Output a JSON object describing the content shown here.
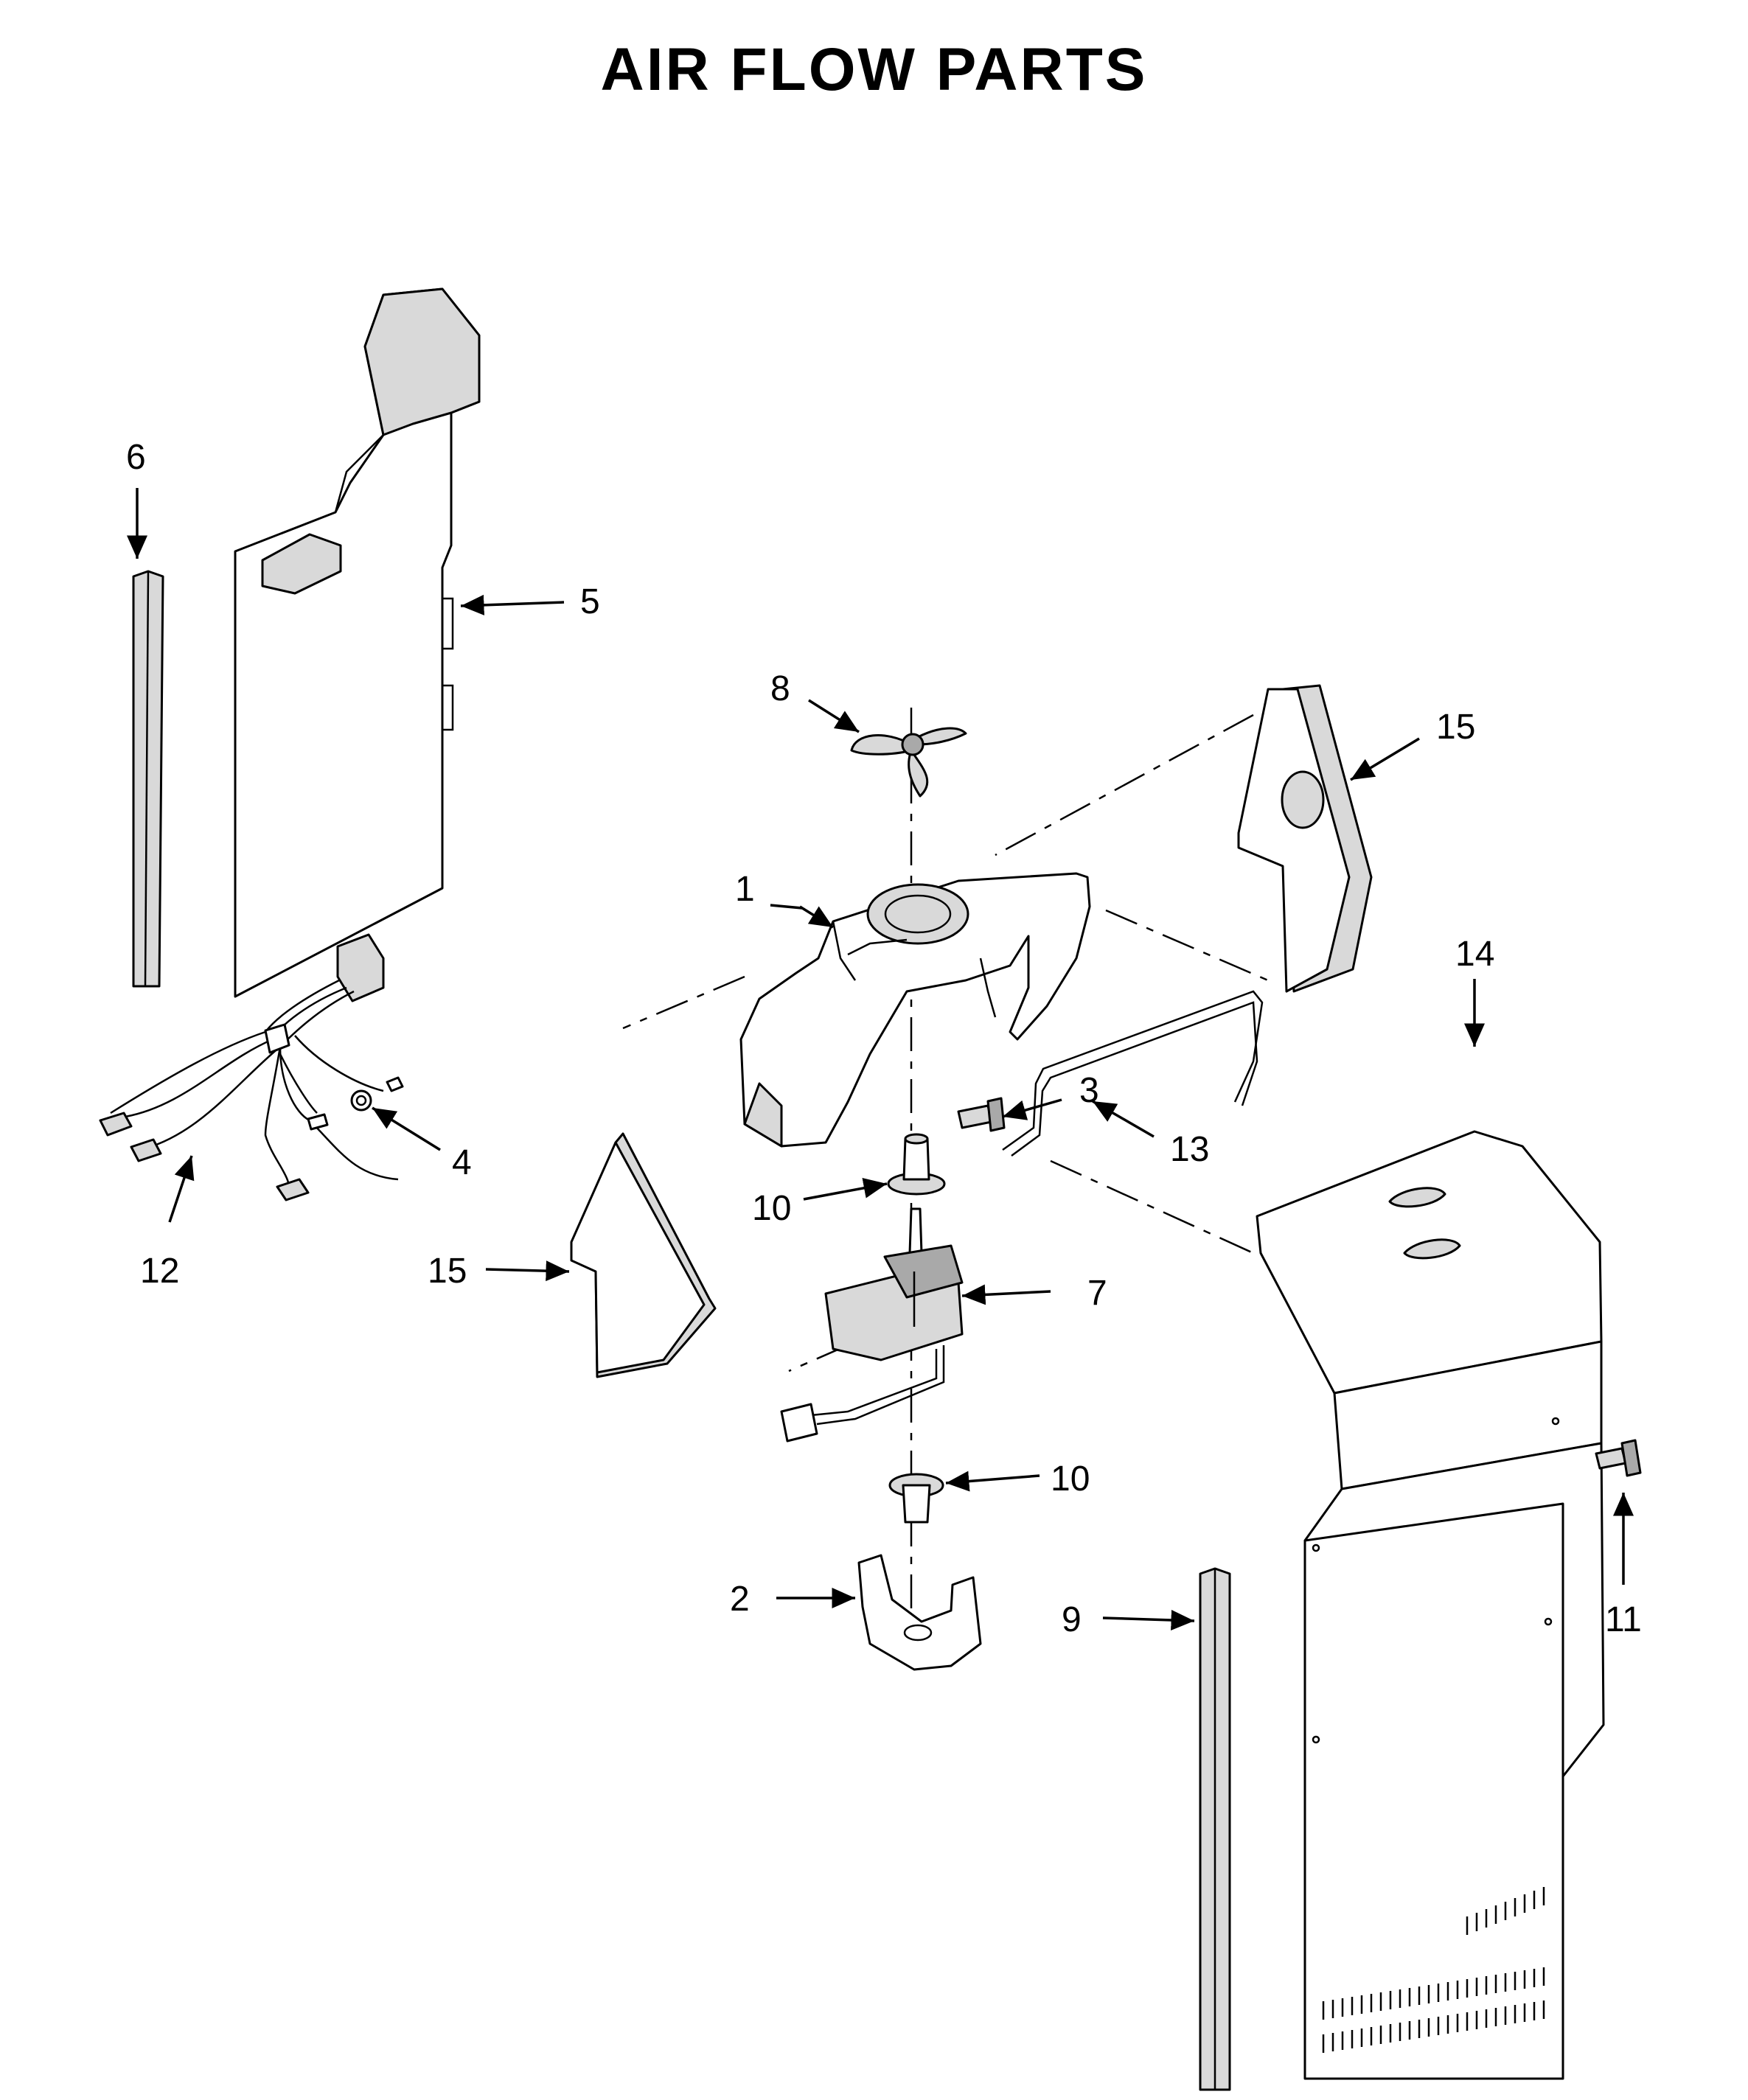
{
  "title": "AIR FLOW PARTS",
  "callouts": [
    {
      "id": "c1",
      "label": "1"
    },
    {
      "id": "c2",
      "label": "2"
    },
    {
      "id": "c3",
      "label": "3"
    },
    {
      "id": "c4",
      "label": "4"
    },
    {
      "id": "c5",
      "label": "5"
    },
    {
      "id": "c6",
      "label": "6"
    },
    {
      "id": "c7",
      "label": "7"
    },
    {
      "id": "c8",
      "label": "8"
    },
    {
      "id": "c9",
      "label": "9"
    },
    {
      "id": "c10a",
      "label": "10"
    },
    {
      "id": "c10b",
      "label": "10"
    },
    {
      "id": "c11",
      "label": "11"
    },
    {
      "id": "c12",
      "label": "12"
    },
    {
      "id": "c13",
      "label": "13"
    },
    {
      "id": "c14",
      "label": "14"
    },
    {
      "id": "c15a",
      "label": "15"
    },
    {
      "id": "c15b",
      "label": "15"
    }
  ]
}
